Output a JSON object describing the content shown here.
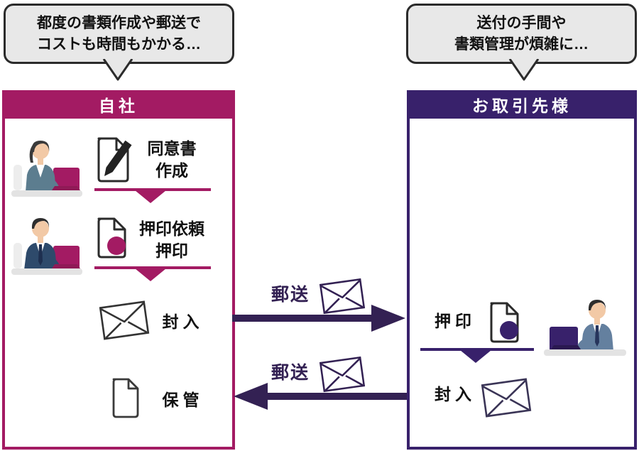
{
  "bubbles": {
    "left": {
      "line1": "都度の書類作成や郵送で",
      "line2": "コストも時間もかかる…"
    },
    "right": {
      "line1": "送付の手間や",
      "line2": "書類管理が煩雑に…"
    }
  },
  "left_panel": {
    "title": "自社",
    "steps": [
      {
        "icon": "document-pen-icon",
        "lines": [
          "同意書",
          "作成"
        ],
        "person": "woman-at-laptop"
      },
      {
        "icon": "document-seal-icon",
        "lines": [
          "押印依頼",
          "押印"
        ],
        "person": "man-at-laptop"
      },
      {
        "icon": "envelope-icon",
        "lines": [
          "封入"
        ]
      },
      {
        "icon": "document-icon",
        "lines": [
          "保管"
        ]
      }
    ]
  },
  "right_panel": {
    "title": "お取引先様",
    "steps": [
      {
        "icon": "document-seal-icon",
        "lines": [
          "押印"
        ],
        "person": "man-at-laptop"
      },
      {
        "icon": "envelope-icon",
        "lines": [
          "封入"
        ]
      }
    ]
  },
  "arrows": {
    "to_partner": {
      "label": "郵送",
      "direction": "right",
      "icon": "envelope-icon"
    },
    "to_company": {
      "label": "郵送",
      "direction": "left",
      "icon": "envelope-icon"
    }
  },
  "colors": {
    "company_accent": "#A31B63",
    "partner_accent": "#38216B",
    "arrow_color": "#332153",
    "bubble_bg": "#E8E8E8",
    "bubble_border": "#2B2B2B",
    "text_color": "#111111"
  }
}
